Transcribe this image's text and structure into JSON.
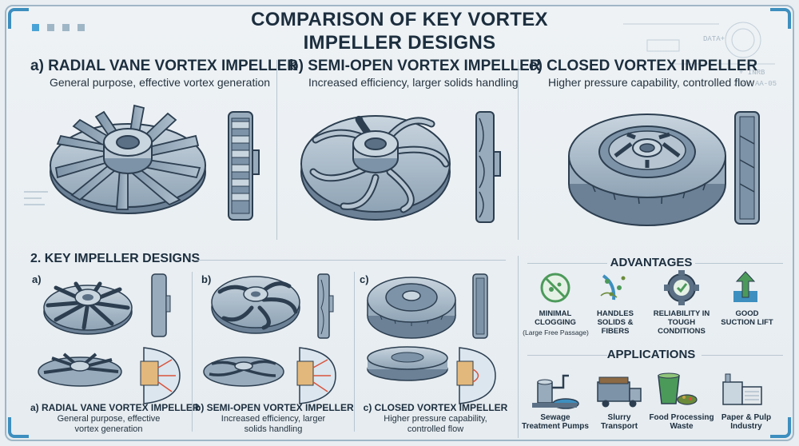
{
  "title_line1": "COMPARISON OF KEY VORTEX",
  "title_line2": "IMPELLER DESIGNS",
  "deco": {
    "a": "DATA+",
    "b": "+ INRB",
    "c": "20AY AA-05"
  },
  "top_sections": [
    {
      "heading": "a) RADIAL VANE VORTEX IMPELLER",
      "subtitle": "General purpose, effective vortex generation"
    },
    {
      "heading": "b) SEMI-OPEN VORTEX IMPELLER",
      "subtitle": "Increased efficiency, larger solids handling"
    },
    {
      "heading": "c) CLOSED VORTEX IMPELLER",
      "subtitle": "Higher pressure capability, controlled flow"
    }
  ],
  "key_designs": {
    "heading": "2. KEY IMPELLER DESIGNS",
    "items": [
      {
        "letter": "a)",
        "title": "a) RADIAL VANE VORTEX IMPELLER",
        "sub1": "General purpose, effective",
        "sub2": "vortex generation"
      },
      {
        "letter": "b)",
        "title": "b) SEMI-OPEN VORTEX IMPELLER",
        "sub1": "Increased efficiency, larger",
        "sub2": "solids handling"
      },
      {
        "letter": "c)",
        "title": "c) CLOSED VORTEX IMPELLER",
        "sub1": "Higher pressure capability,",
        "sub2": "controlled flow"
      }
    ]
  },
  "advantages": {
    "heading": "ADVANTAGES",
    "items": [
      {
        "label1": "MINIMAL",
        "label2": "CLOGGING",
        "note": "(Large Free Passage)",
        "icon": "no-clog-icon"
      },
      {
        "label1": "HANDLES",
        "label2": "SOLIDS &",
        "label3": "FIBERS",
        "icon": "solids-icon"
      },
      {
        "label1": "RELIABILITY IN",
        "label2": "TOUGH CONDITIONS",
        "icon": "gear-check-icon"
      },
      {
        "label1": "GOOD",
        "label2": "SUCTION LIFT",
        "icon": "suction-arrow-icon"
      }
    ]
  },
  "applications": {
    "heading": "APPLICATIONS",
    "items": [
      {
        "label1": "Sewage",
        "label2": "Treatment Pumps",
        "icon": "sewage-plant-icon"
      },
      {
        "label1": "Slurry",
        "label2": "Transport",
        "icon": "slurry-truck-icon"
      },
      {
        "label1": "Food Processing",
        "label2": "Waste",
        "icon": "food-waste-icon"
      },
      {
        "label1": "Paper & Pulp",
        "label2": "Industry",
        "icon": "paper-mill-icon"
      }
    ]
  },
  "colors": {
    "metal_light": "#c9d5df",
    "metal_mid": "#98abbc",
    "metal_dark": "#5b7085",
    "outline": "#2c3e50",
    "accent": "#3d8fbf"
  }
}
